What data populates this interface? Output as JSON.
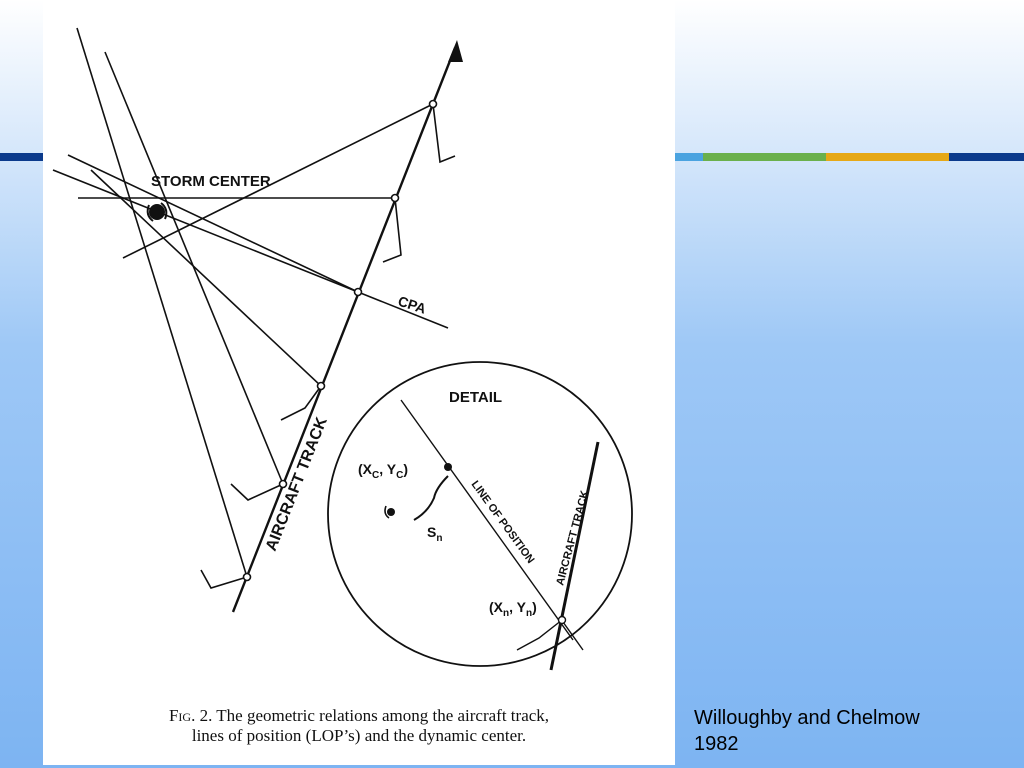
{
  "slide": {
    "accent_stripes": [
      {
        "color": "#0b3a8c"
      },
      {
        "color": "#4aa3e0"
      },
      {
        "color": "#6ab04c"
      },
      {
        "color": "#e6a817"
      },
      {
        "color": "#0b3a8c"
      }
    ]
  },
  "figure": {
    "labels": {
      "storm_center": "STORM CENTER",
      "cpa": "CPA",
      "aircraft_track": "AIRCRAFT TRACK",
      "detail": "DETAIL",
      "detail_center": "(X",
      "detail_center_sub_c": "C",
      "detail_center_mid": ", Y",
      "detail_center_sub_c2": "C",
      "detail_center_end": ")",
      "detail_n": "(X",
      "detail_n_sub": "n",
      "detail_n_mid": ", Y",
      "detail_n_sub2": "n",
      "detail_n_end": ")",
      "s_n": "S",
      "s_n_sub": "n",
      "line_of_position": "LINE OF POSITION",
      "detail_aircraft_track": "AIRCRAFT TRACK"
    },
    "caption": {
      "fig_label": "Fig. 2.",
      "line1_rest": " The geometric relations among the aircraft track,",
      "line2": "lines of position (LOP’s) and the dynamic center."
    }
  },
  "citation": {
    "line1": "Willoughby and Chelmow",
    "line2": "1982"
  }
}
